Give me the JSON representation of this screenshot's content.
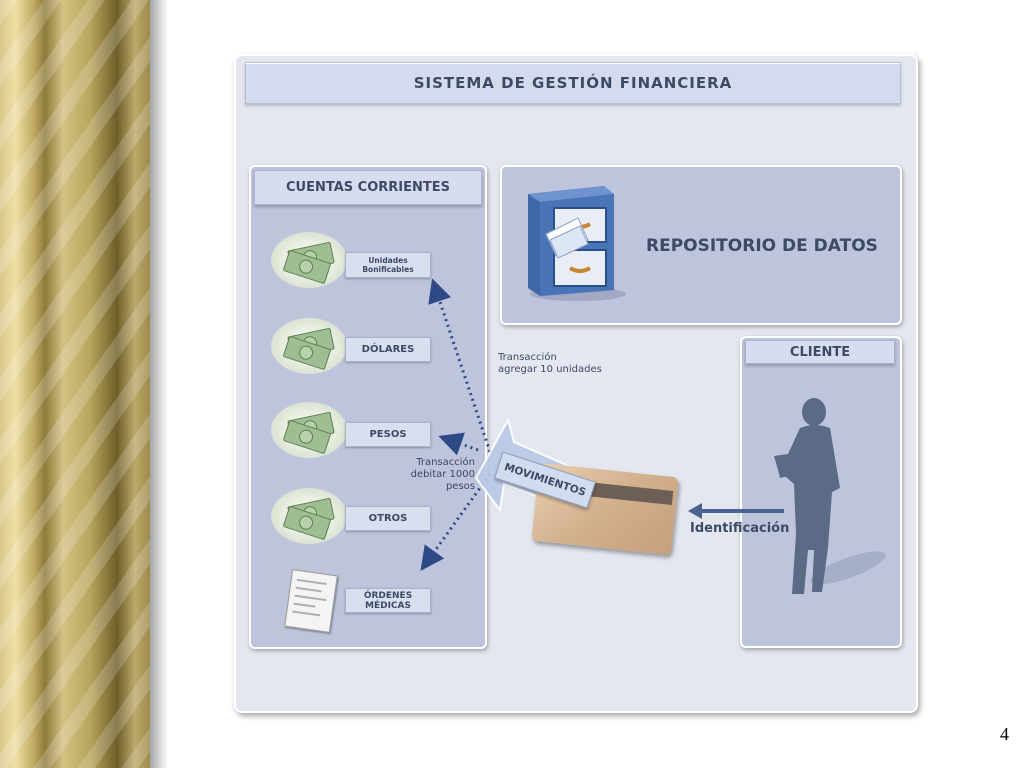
{
  "title": "SISTEMA DE GESTIÓN FINANCIERA",
  "cuentas": {
    "header": "CUENTAS CORRIENTES",
    "items": [
      {
        "line1": "Unidades",
        "line2": "Bonificables"
      },
      {
        "label": "DÓLARES"
      },
      {
        "label": "PESOS"
      },
      {
        "label": "OTROS"
      },
      {
        "label": "ÓRDENES MÉDICAS"
      }
    ]
  },
  "repositorio": {
    "label": "REPOSITORIO DE DATOS"
  },
  "cliente": {
    "header": "CLIENTE"
  },
  "transacciones": {
    "agregar": {
      "line1": "Transacción",
      "line2": "agregar 10 unidades"
    },
    "debitar": {
      "line1": "Transacción",
      "line2": "debitar 1000 pesos"
    }
  },
  "movimientos": "MOVIMIENTOS",
  "identificacion": "Identificación",
  "page_number": "4",
  "colors": {
    "panel": "#e4e7ef",
    "subpanel": "#bdc4dc",
    "header": "#d7ddee",
    "text": "#3d4a66",
    "arrow": "#2e4a86"
  }
}
